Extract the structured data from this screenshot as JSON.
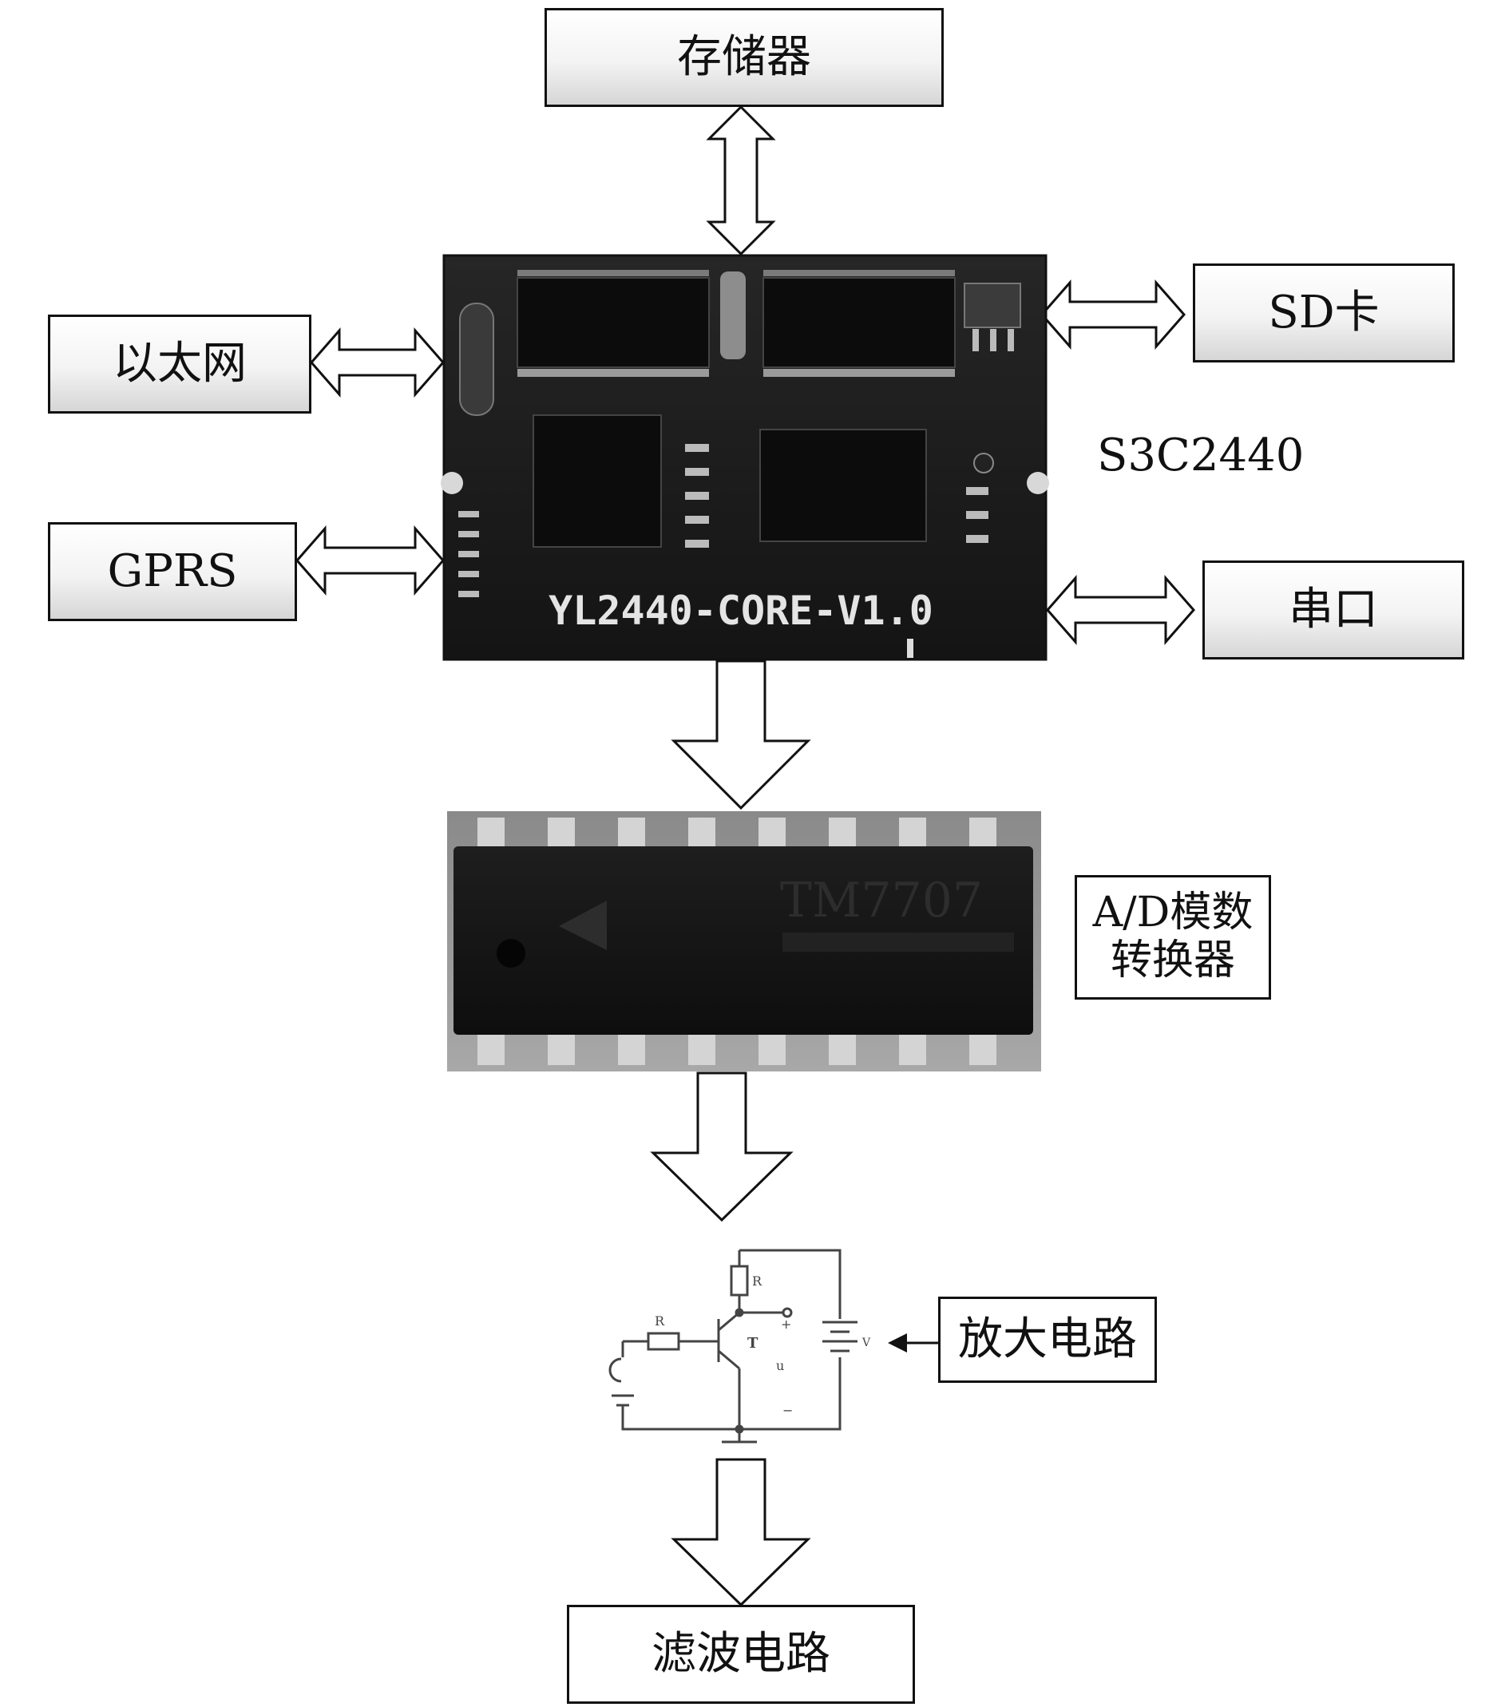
{
  "nodes": {
    "memory": "存储器",
    "ethernet": "以太网",
    "gprs": "GPRS",
    "sd_card": "SD卡",
    "serial": "串口",
    "cpu_label": "S3C2440",
    "board_silkscreen": "YL2440-CORE-V1.0",
    "chip_marking": "TM7707",
    "adc_line1": "A/D模数",
    "adc_line2": "转换器",
    "amplifier": "放大电路",
    "filter": "滤波电路"
  },
  "circuit_labels": {
    "rc": "R",
    "rb": "R",
    "transistor": "T",
    "supply": "V",
    "out": "u",
    "plus": "+",
    "minus": "−"
  },
  "colors": {
    "stroke": "#111111",
    "board": "#1c1c1c",
    "chip": "#1a1a1a"
  }
}
